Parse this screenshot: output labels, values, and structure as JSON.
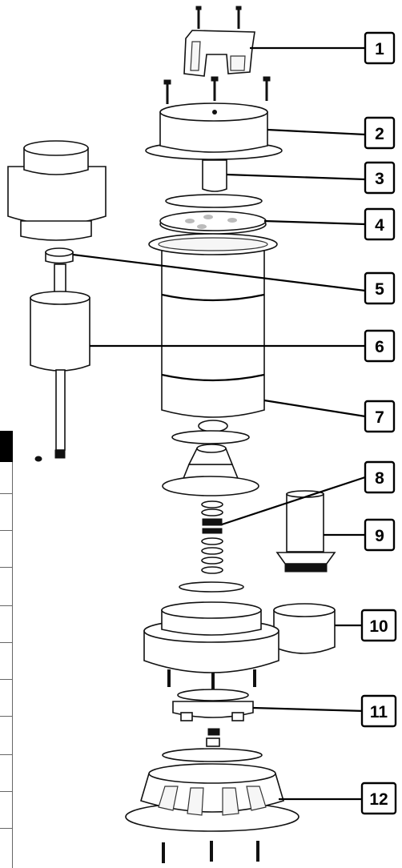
{
  "diagram": {
    "callouts": [
      {
        "num": "1"
      },
      {
        "num": "2"
      },
      {
        "num": "3"
      },
      {
        "num": "4"
      },
      {
        "num": "5"
      },
      {
        "num": "6"
      },
      {
        "num": "7"
      },
      {
        "num": "8"
      },
      {
        "num": "9"
      },
      {
        "num": "10"
      },
      {
        "num": "11"
      },
      {
        "num": "12"
      }
    ]
  },
  "colors": {
    "line": "#000000",
    "paper": "#ffffff",
    "table_header": "#000000"
  }
}
